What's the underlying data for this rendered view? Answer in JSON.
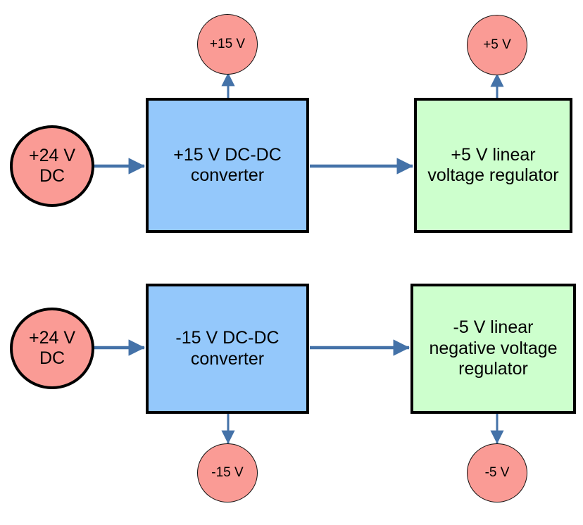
{
  "diagram": {
    "title_text": "",
    "colors": {
      "source_fill": "#fa9b95",
      "converter_fill": "#94c8fb",
      "regulator_fill": "#cdffcd",
      "outline": "#000000",
      "arrow": "#4472a8"
    },
    "positive_rail": {
      "source": {
        "label": "+24 V\nDC"
      },
      "converter": {
        "label": "+15 V DC-DC\nconverter"
      },
      "converter_output_tap": {
        "label": "+15 V"
      },
      "regulator": {
        "label": "+5 V linear\nvoltage regulator"
      },
      "regulator_output_tap": {
        "label": "+5 V"
      }
    },
    "negative_rail": {
      "source": {
        "label": "+24 V\nDC"
      },
      "converter": {
        "label": "-15 V DC-DC\nconverter"
      },
      "converter_output_tap": {
        "label": "-15 V"
      },
      "regulator": {
        "label": "-5 V linear\nnegative voltage\nregulator"
      },
      "regulator_output_tap": {
        "label": "-5 V"
      }
    }
  }
}
